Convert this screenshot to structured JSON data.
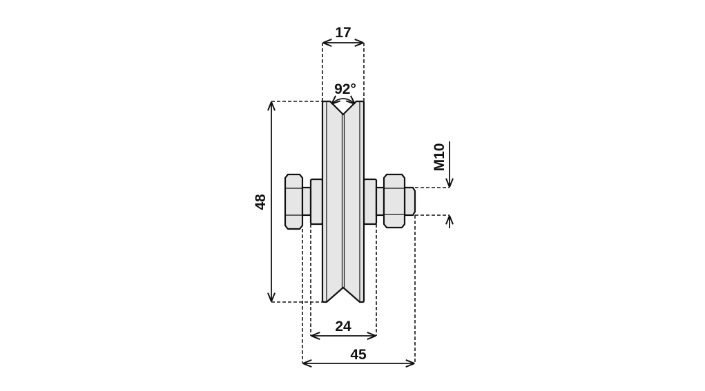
{
  "drawing": {
    "title": "V-groove wheel with bolt",
    "dimensions": {
      "groove_width": "17",
      "groove_angle": "92°",
      "diameter": "48",
      "hub_width": "24",
      "overall_width": "45",
      "thread": "M10"
    },
    "colors": {
      "part_fill": "#e6e6e6",
      "stroke": "#111111"
    }
  }
}
